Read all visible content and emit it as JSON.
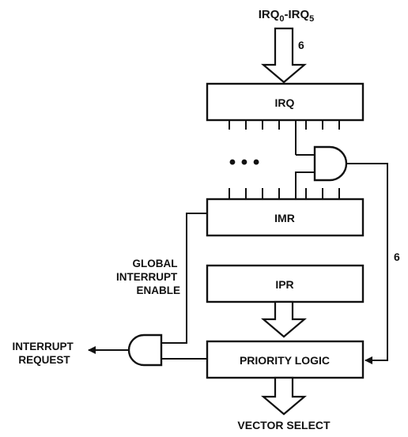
{
  "diagram": {
    "input_label": "IRQ",
    "input_sub_start": "0",
    "input_range_sep": "-IRQ",
    "input_sub_end": "5",
    "bus_width_top": "6",
    "bus_width_feedback": "6",
    "ellipsis": "• • •",
    "blocks": {
      "irq": "IRQ",
      "imr": "IMR",
      "ipr": "IPR",
      "priority_logic": "PRIORITY LOGIC"
    },
    "global_enable": [
      "GLOBAL",
      "INTERRUPT",
      "ENABLE"
    ],
    "interrupt_request": [
      "INTERRUPT",
      "REQUEST"
    ],
    "output_label": "VECTOR SELECT"
  }
}
